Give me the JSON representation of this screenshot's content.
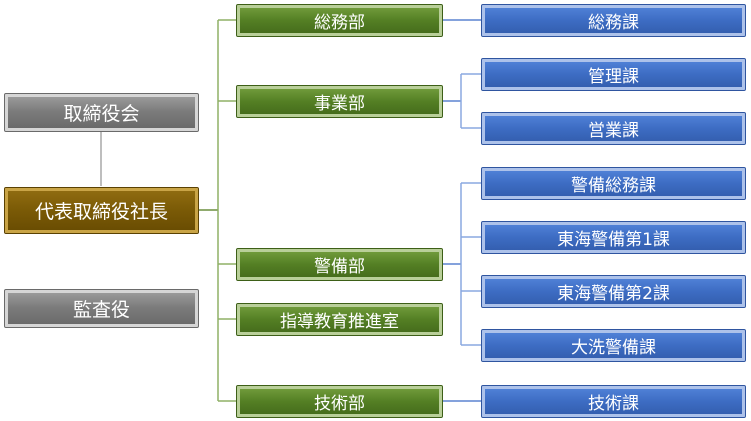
{
  "left": {
    "board": "取締役会",
    "president": "代表取締役社長",
    "auditor": "監査役"
  },
  "departments": [
    "総務部",
    "事業部",
    "警備部",
    "指導教育推進室",
    "技術部"
  ],
  "sections": [
    "総務課",
    "管理課",
    "営業課",
    "警備総務課",
    "東海警備第1課",
    "東海警備第2課",
    "大洗警備課",
    "技術課"
  ],
  "colors": {
    "executive": "#7a7a7a",
    "president": "#7a5a06",
    "department": "#547f24",
    "section": "#3d6cc3"
  }
}
